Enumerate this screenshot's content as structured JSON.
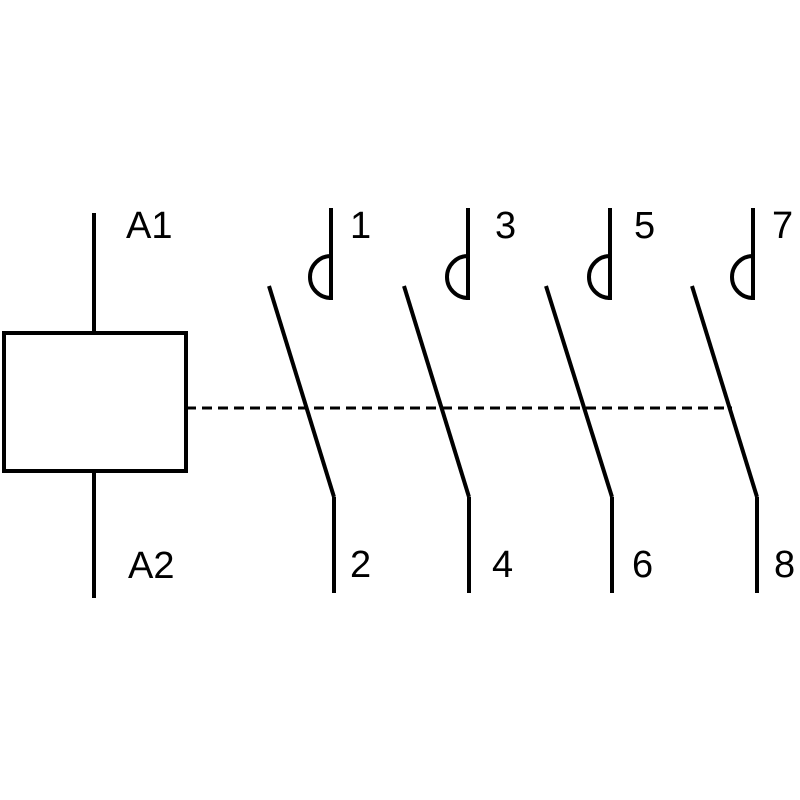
{
  "coil": {
    "top_label": "A1",
    "bottom_label": "A2"
  },
  "contacts": [
    {
      "top_label": "1",
      "bottom_label": "2"
    },
    {
      "top_label": "3",
      "bottom_label": "4"
    },
    {
      "top_label": "5",
      "bottom_label": "6"
    },
    {
      "top_label": "7",
      "bottom_label": "8"
    }
  ],
  "colors": {
    "line": "#000000",
    "background": "#ffffff"
  }
}
